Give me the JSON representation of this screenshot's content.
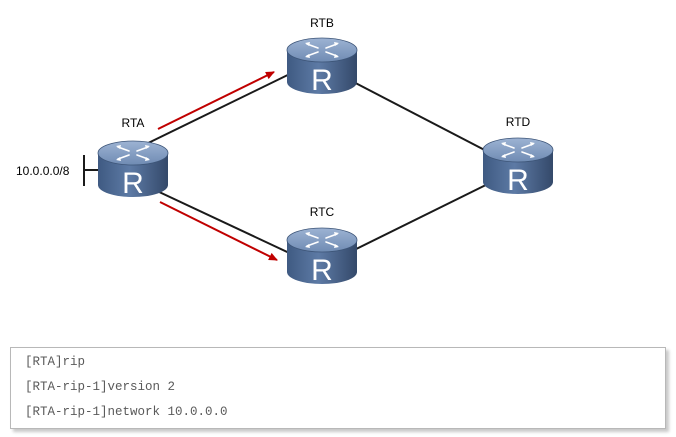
{
  "network": {
    "prefix_label": "10.0.0.0/8"
  },
  "routers": {
    "rta": {
      "name": "RTA",
      "letter": "R"
    },
    "rtb": {
      "name": "RTB",
      "letter": "R"
    },
    "rtc": {
      "name": "RTC",
      "letter": "R"
    },
    "rtd": {
      "name": "RTD",
      "letter": "R"
    }
  },
  "colors": {
    "router_top": "#7f9bc1",
    "router_body": "#4f6a93",
    "router_rim": "#3d5578",
    "link": "#1a1a1a",
    "arrow": "#c00000",
    "cli_text": "#5a5a5a"
  },
  "cli": {
    "lines": [
      "[RTA]rip",
      "[RTA-rip-1]version 2",
      "[RTA-rip-1]network 10.0.0.0"
    ]
  }
}
